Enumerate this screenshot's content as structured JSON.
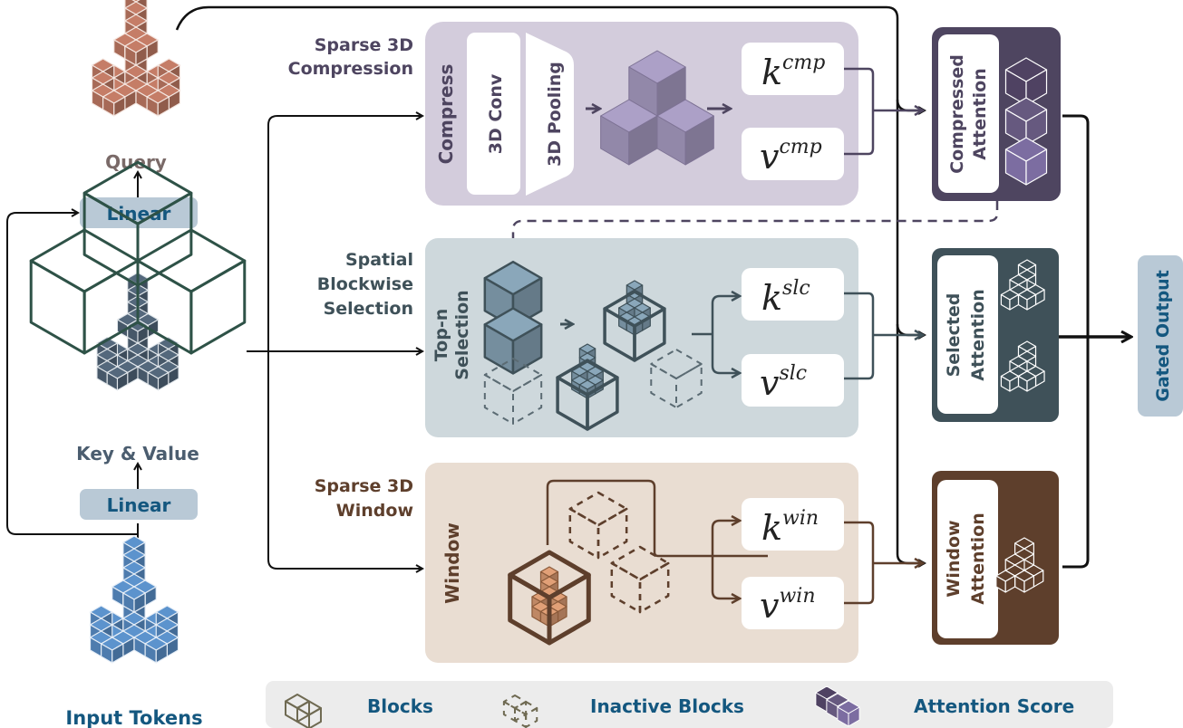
{
  "colors": {
    "query": "#b0705c",
    "input": "#5283b7",
    "kv": "#4b5d6f",
    "kv_outline": "#2e5247",
    "linear_bg": "#b9c9d6",
    "linear_text": "#14577f",
    "cmp_panel": "#d3ccdc",
    "cmp_dark": "#4e4560",
    "cmp_cube": "#9a8fb2",
    "slc_panel": "#ced8dc",
    "slc_dark": "#3f5159",
    "slc_cube": "#7b95a6",
    "win_panel": "#e9ddd2",
    "win_dark": "#5e3f2c",
    "win_cube": "#c98f6a",
    "legend_bg": "#ececec",
    "legend_text": "#14577f"
  },
  "inputs": {
    "query_label": "Query",
    "kv_label": "Key & Value",
    "input_label": "Input Tokens",
    "linear_top": "Linear",
    "linear_bottom": "Linear"
  },
  "branches": {
    "compression": {
      "title_line1": "Sparse 3D",
      "title_line2": "Compression",
      "side_label": "Compress",
      "conv_label": "3D Conv",
      "pool_label": "3D Pooling",
      "k_base": "k",
      "k_sup": "cmp",
      "v_base": "v",
      "v_sup": "cmp",
      "attention_line1": "Compressed",
      "attention_line2": "Attention"
    },
    "selection": {
      "title_line1": "Spatial",
      "title_line2": "Blockwise",
      "title_line3": "Selection",
      "side_line1": "Top-n",
      "side_line2": "Selection",
      "k_base": "k",
      "k_sup": "slc",
      "v_base": "v",
      "v_sup": "slc",
      "attention_line1": "Selected",
      "attention_line2": "Attention"
    },
    "window": {
      "title_line1": "Sparse 3D",
      "title_line2": "Window",
      "side_label": "Window",
      "k_base": "k",
      "k_sup": "win",
      "v_base": "v",
      "v_sup": "win",
      "attention_line1": "Window",
      "attention_line2": "Attention"
    }
  },
  "output": {
    "label": "Gated Output"
  },
  "legend": {
    "items": [
      {
        "icon": "blocks-icon",
        "label": "Blocks"
      },
      {
        "icon": "inactive-blocks-icon",
        "label": "Inactive Blocks"
      },
      {
        "icon": "attention-score-icon",
        "label": "Attention Score"
      }
    ]
  }
}
